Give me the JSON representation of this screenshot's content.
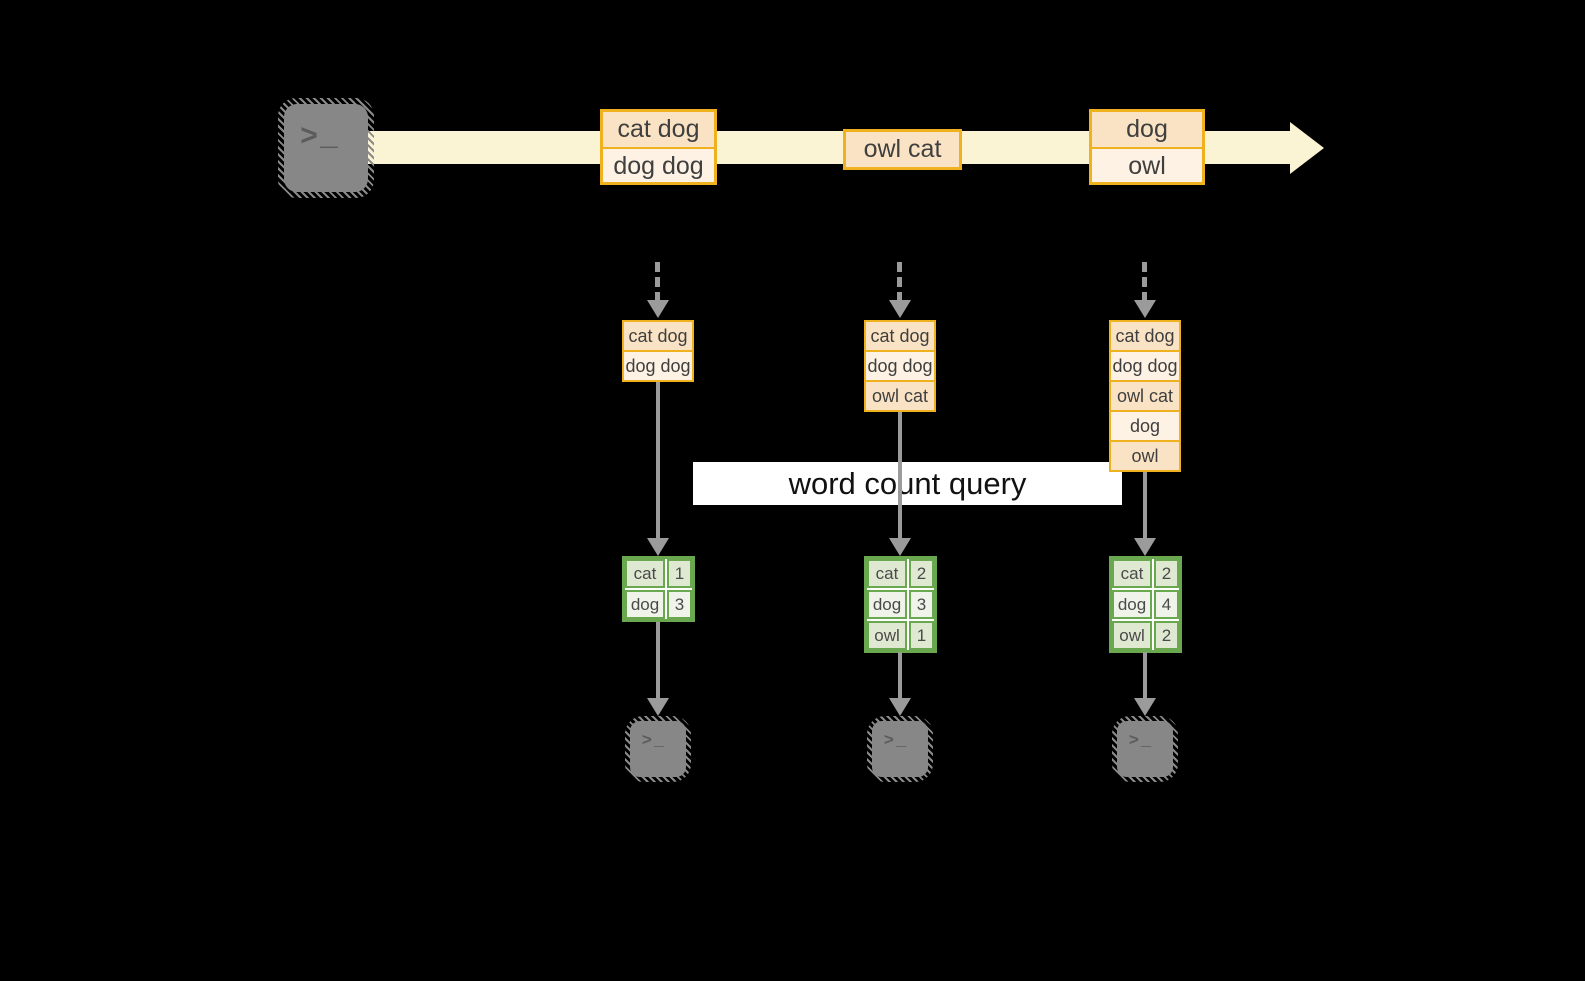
{
  "query_label": "word count query",
  "icons": {
    "terminal_glyph": ">_"
  },
  "colors": {
    "background": "#000000",
    "timeline_band": "#faf3d4",
    "event_border": "#f0b11e",
    "event_fill_dark": "#fae3c4",
    "event_fill_light": "#fdf2e3",
    "table_border": "#6aa84f",
    "table_fill_dark": "#dfe9d2",
    "table_fill_light": "#eff3ea",
    "arrow_gray": "#9b9b9b",
    "terminal_gray": "#878787",
    "query_band_bg": "#ffffff"
  },
  "timeline": {
    "events": [
      {
        "rows": [
          "cat dog",
          "dog dog"
        ]
      },
      {
        "rows": [
          "owl cat"
        ]
      },
      {
        "rows": [
          "dog",
          "owl"
        ]
      }
    ]
  },
  "columns": [
    {
      "buffer": [
        "cat dog",
        "dog dog"
      ],
      "counts": [
        {
          "word": "cat",
          "value": "1"
        },
        {
          "word": "dog",
          "value": "3"
        }
      ]
    },
    {
      "buffer": [
        "cat dog",
        "dog dog",
        "owl cat"
      ],
      "counts": [
        {
          "word": "cat",
          "value": "2"
        },
        {
          "word": "dog",
          "value": "3"
        },
        {
          "word": "owl",
          "value": "1"
        }
      ]
    },
    {
      "buffer": [
        "cat dog",
        "dog dog",
        "owl cat",
        "dog",
        "owl"
      ],
      "counts": [
        {
          "word": "cat",
          "value": "2"
        },
        {
          "word": "dog",
          "value": "4"
        },
        {
          "word": "owl",
          "value": "2"
        }
      ]
    }
  ]
}
